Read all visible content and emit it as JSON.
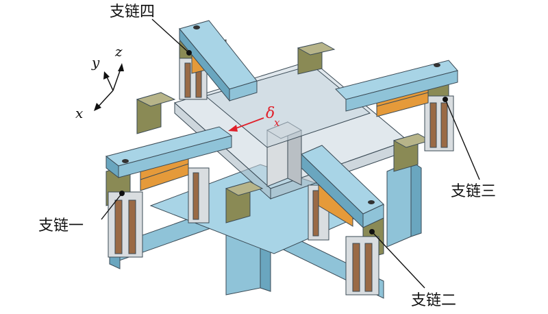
{
  "labels": {
    "chain_4": "支链四",
    "chain_3": "支链三",
    "chain_1": "支链一",
    "chain_2": "支链二"
  },
  "axes": {
    "x": "x",
    "y": "y",
    "z": "z"
  },
  "displacement": {
    "symbol": "δ",
    "subscript": "x"
  },
  "colors": {
    "frame_blue": "#8fc3d8",
    "motor_olive": "#8a8a55",
    "flexure_orange": "#e59a3a",
    "rod_brown": "#9a6a45",
    "arrow_red": "#e0202a"
  }
}
